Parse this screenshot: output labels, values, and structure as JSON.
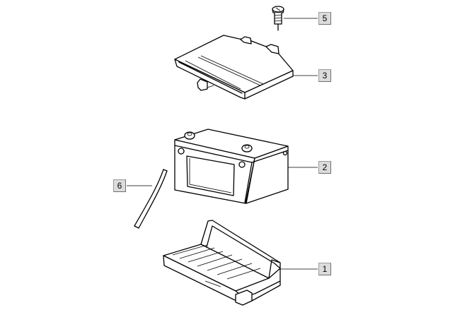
{
  "callouts": [
    {
      "id": "screw",
      "label": "5"
    },
    {
      "id": "cover",
      "label": "3"
    },
    {
      "id": "battery",
      "label": "2"
    },
    {
      "id": "vent-tube",
      "label": "6"
    },
    {
      "id": "tray",
      "label": "1"
    }
  ],
  "colors": {
    "line": "#000000",
    "callout_bg": "#dcdcdc",
    "background": "#ffffff"
  }
}
